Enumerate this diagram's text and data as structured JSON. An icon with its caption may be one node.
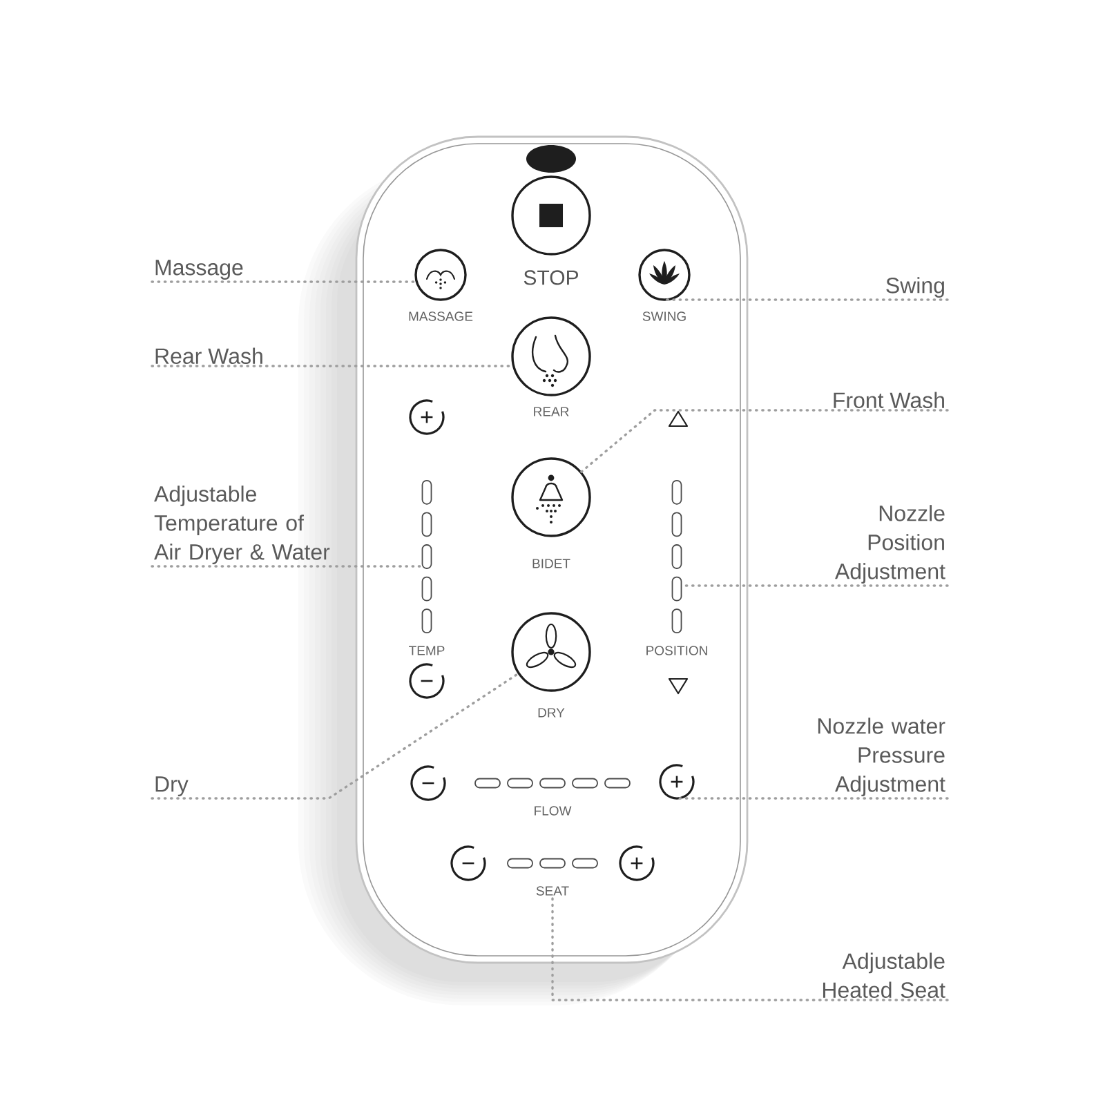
{
  "diagram": {
    "nodes": [
      {
        "text": [],
        "shape": "box"
      },
      {
        "text": [],
        "shape": "circle",
        "beside": [
          "STOP"
        ],
        "in": 0
      },
      {
        "text": [],
        "shape": "circle",
        "beside": [
          "MASSAGE"
        ],
        "in": 0
      },
      {
        "text": [],
        "shape": "circle",
        "beside": [
          "SWING"
        ],
        "in": 0
      },
      {
        "text": [],
        "shape": "circle",
        "beside": [
          "REAR"
        ],
        "in": 0
      },
      {
        "text": [],
        "shape": "circle",
        "beside": [
          "BIDET"
        ],
        "in": 0
      },
      {
        "text": [],
        "shape": "bar",
        "beside": [
          "TEMP"
        ],
        "in": 0
      },
      {
        "text": [],
        "shape": "bar",
        "beside": [
          "POSITION"
        ],
        "in": 0
      },
      {
        "text": [],
        "shape": "circle",
        "beside": [
          "DRY"
        ],
        "in": 0
      },
      {
        "text": [],
        "shape": "bar",
        "beside": [
          "FLOW"
        ],
        "in": 0
      },
      {
        "text": [],
        "shape": "circle",
        "in": 0
      },
      {
        "text": [
          "SEAT"
        ],
        "in": 0
      },
      {
        "text": [
          "Massage"
        ]
      },
      {
        "text": [
          "Swing"
        ]
      },
      {
        "text": [
          "Rear Wash"
        ]
      },
      {
        "text": [
          "Front Wash"
        ]
      },
      {
        "text": [
          "Adjustable Temperature of Air Dryer & Water"
        ]
      },
      {
        "text": [
          "Nozzle Position Adjustment"
        ]
      },
      {
        "text": [
          "Dry"
        ]
      },
      {
        "text": [
          "Nozzle water Pressure Adjustment"
        ]
      },
      {
        "text": [
          "Adjustable Heated Seat"
        ]
      }
    ],
    "edges": [
      {
        "from": 12,
        "to": 2,
        "arrow": "none"
      },
      {
        "from": 13,
        "to": 3,
        "arrow": "none"
      },
      {
        "from": 14,
        "to": 4,
        "arrow": "none"
      },
      {
        "from": 15,
        "to": 5,
        "arrow": "none"
      },
      {
        "from": 16,
        "to": 6,
        "arrow": "none"
      },
      {
        "from": 17,
        "to": 7,
        "arrow": "none"
      },
      {
        "from": 18,
        "to": 8,
        "arrow": "none"
      },
      {
        "from": 19,
        "to": 10,
        "arrow": "none"
      },
      {
        "from": 20,
        "to": 11,
        "arrow": "none"
      }
    ]
  }
}
